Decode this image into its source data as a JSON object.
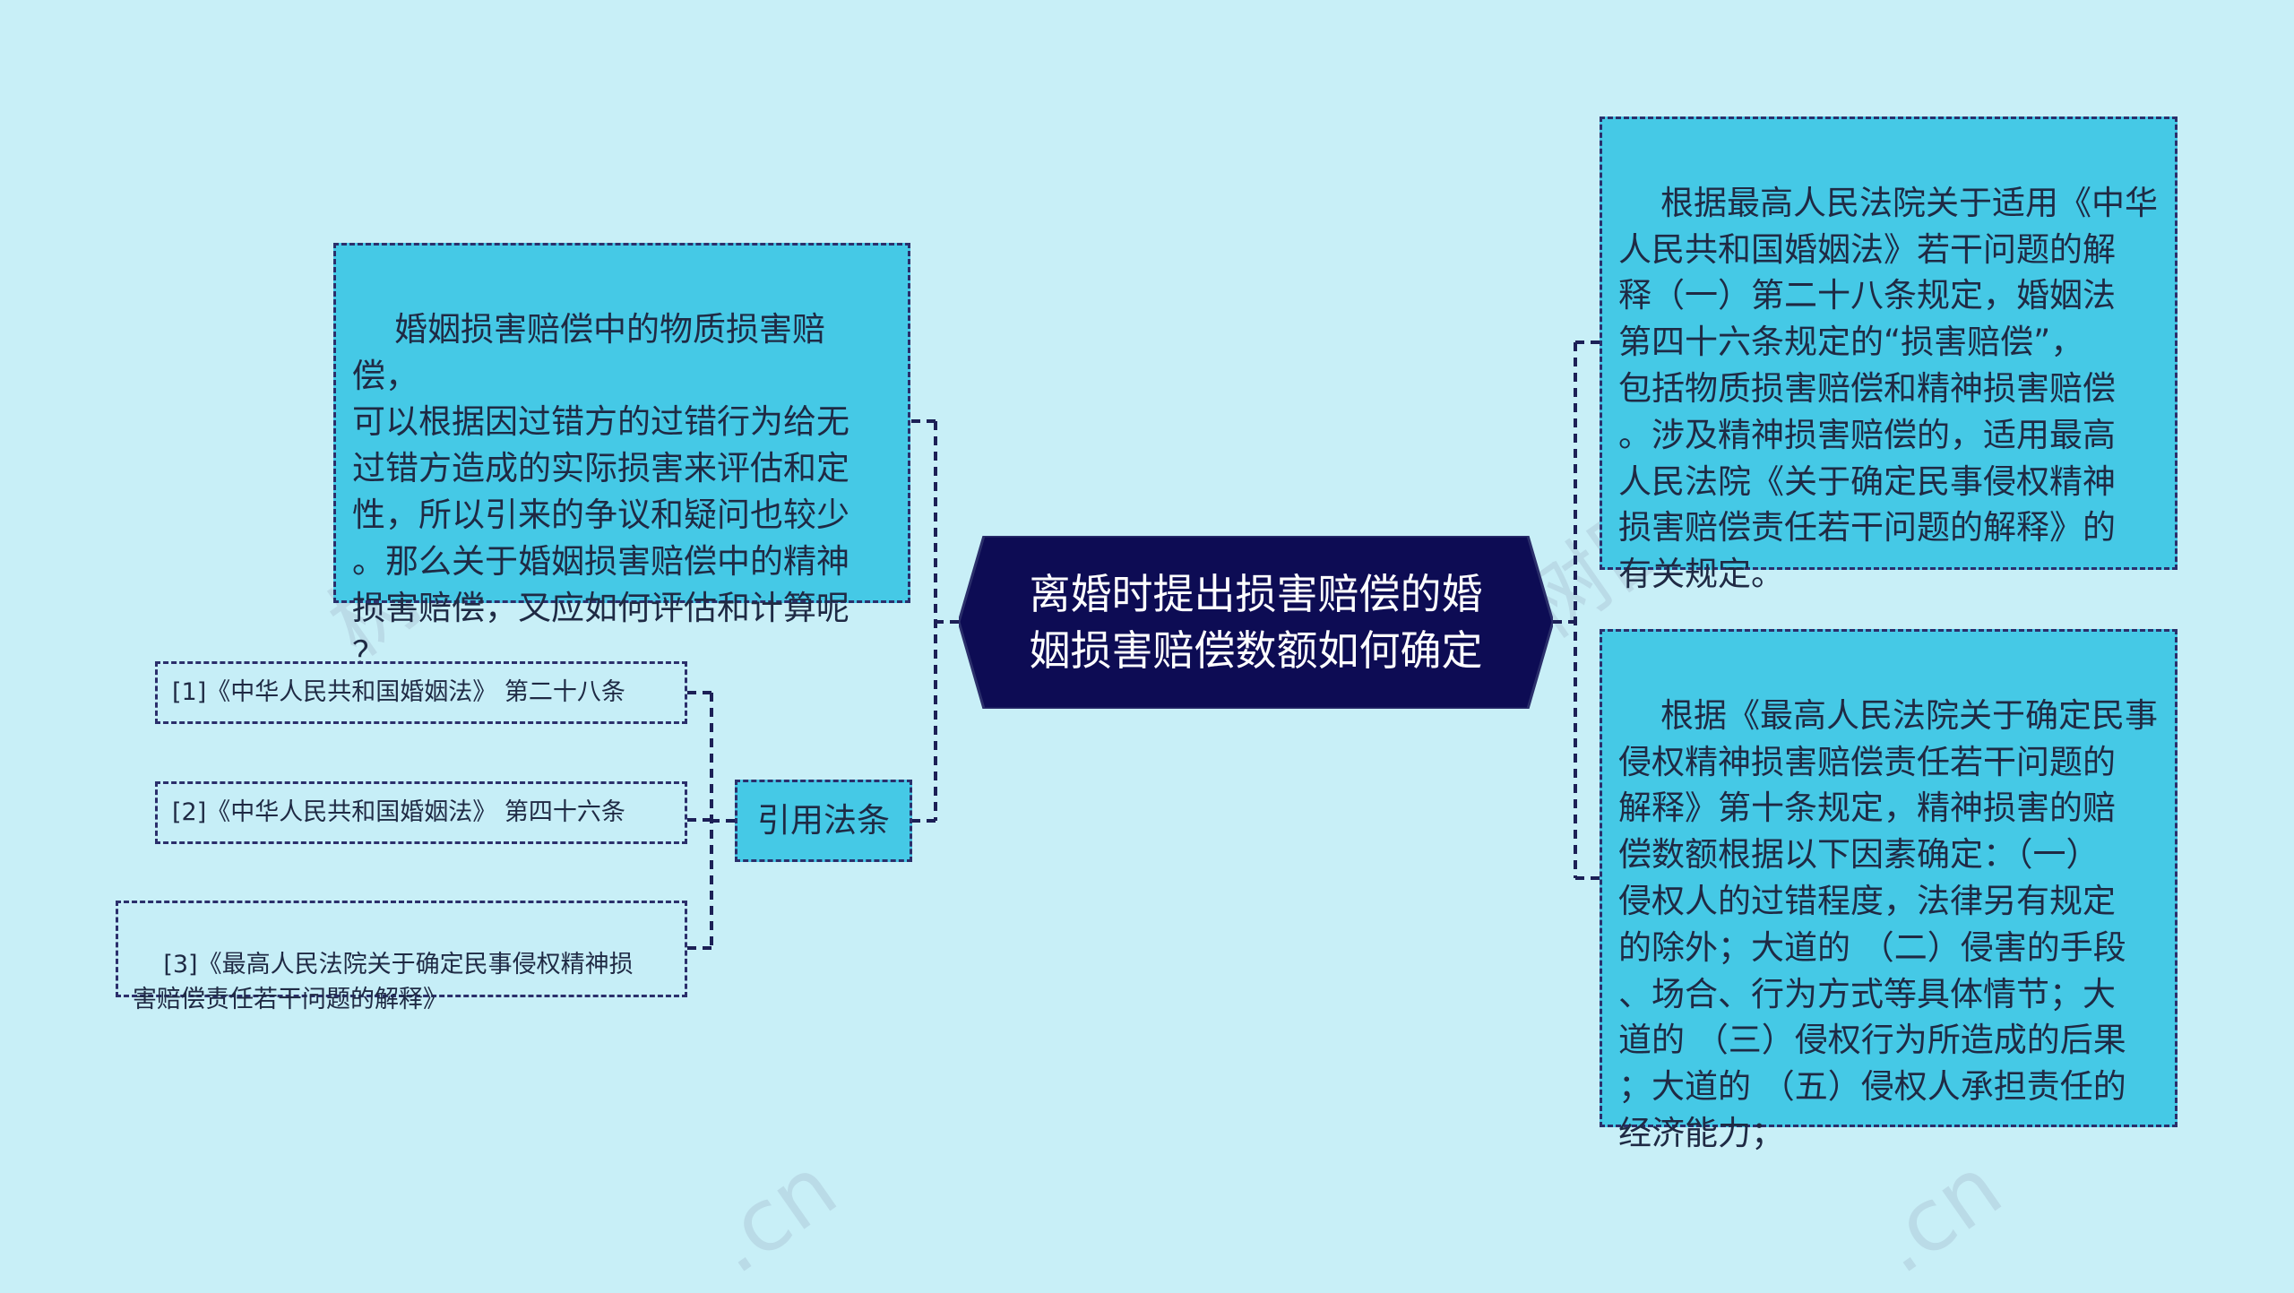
{
  "central": {
    "title": "离婚时提出损害赔偿的婚\n姻损害赔偿数额如何确定"
  },
  "left": {
    "question": "婚姻损害赔偿中的物质损害赔偿，\n可以根据因过错方的过错行为给无\n过错方造成的实际损害来评估和定\n性，所以引来的争议和疑问也较少\n。那么关于婚姻损害赔偿中的精神\n损害赔偿，又应如何评估和计算呢\n？",
    "citations_label": "引用法条",
    "citations": [
      "[1]《中华人民共和国婚姻法》 第二十八条",
      "[2]《中华人民共和国婚姻法》 第四十六条",
      "[3]《最高人民法院关于确定民事侵权精神损\n害赔偿责任若干问题的解释》"
    ]
  },
  "right": {
    "top": "根据最高人民法院关于适用《中华\n人民共和国婚姻法》若干问题的解\n释（一）第二十八条规定，婚姻法\n第四十六条规定的“损害赔偿”，\n包括物质损害赔偿和精神损害赔偿\n。涉及精神损害赔偿的，适用最高\n人民法院《关于确定民事侵权精神\n损害赔偿责任若干问题的解释》的\n有关规定。",
    "bottom": "根据《最高人民法院关于确定民事\n侵权精神损害赔偿责任若干问题的\n解释》第十条规定，精神损害的赔\n偿数额根据以下因素确定：（一）\n侵权人的过错程度，法律另有规定\n的除外；大道的 （二）侵害的手段\n、场合、行为方式等具体情节；大\n道的 （三）侵权行为所造成的后果\n；大道的 （五）侵权人承担责任的\n经济能力；"
  },
  "watermarks": [
    "树图 shutu",
    "树图 shutu",
    ".cn",
    ".cn"
  ],
  "colors": {
    "background": "#c8eff7",
    "central_fill": "#0d0c54",
    "topic_fill": "#45c9e6",
    "citation_fill": "#c6eef7",
    "connector": "#1c2056"
  }
}
